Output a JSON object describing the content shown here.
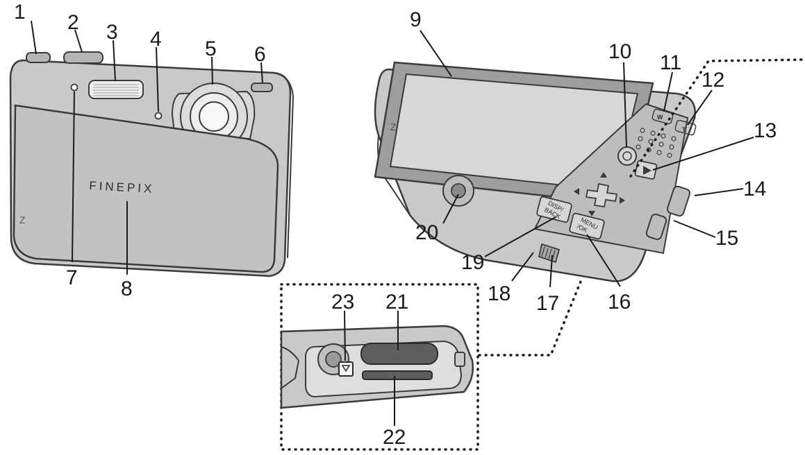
{
  "brand": "FINEPIX",
  "buttons": {
    "disp_back_line1": "DISP/",
    "disp_back_line2": "BACK",
    "menu_ok_line1": "MENU",
    "menu_ok_line2": "/OK",
    "zoom_wide": "W",
    "zoom_tele": "T"
  },
  "callouts": [
    "1",
    "2",
    "3",
    "4",
    "5",
    "6",
    "7",
    "8",
    "9",
    "10",
    "11",
    "12",
    "13",
    "14",
    "15",
    "16",
    "17",
    "18",
    "19",
    "20",
    "21",
    "22",
    "23"
  ],
  "colors": {
    "body": "#c9c9c9",
    "body_dark": "#9e9e9e",
    "outline": "#3a3a3a",
    "screen": "#d7d7d7",
    "text": "#1a1a1a"
  }
}
